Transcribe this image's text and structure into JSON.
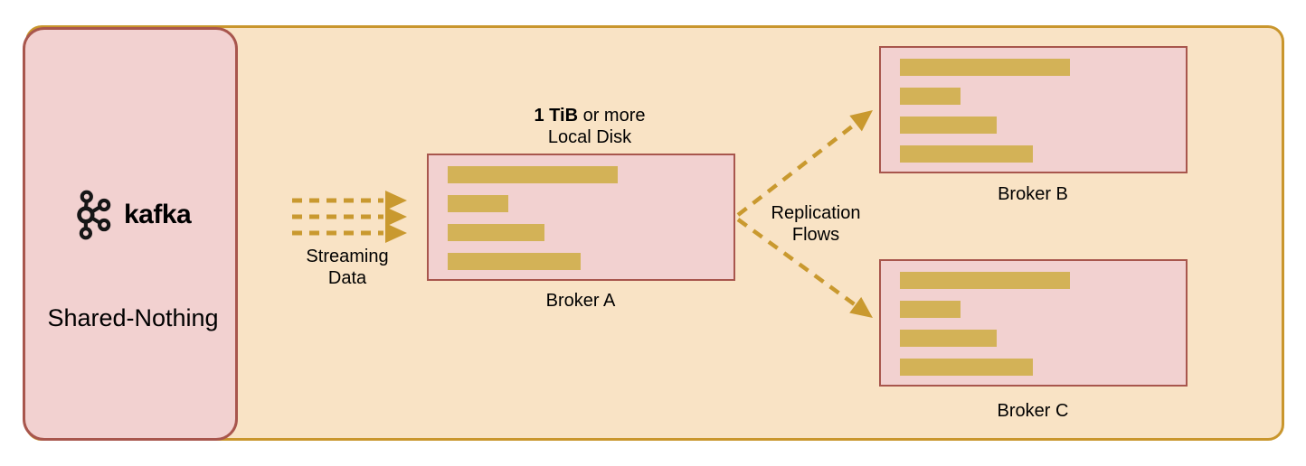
{
  "colors": {
    "page_bg": "#ffffff",
    "outer_fill": "#f9e3c5",
    "outer_stroke": "#c9962d",
    "panel_fill": "#f2d1d0",
    "panel_stroke": "#a8564d",
    "bar_fill": "#d3b257",
    "arrow": "#c9992f",
    "text": "#000000"
  },
  "left_panel": {
    "logo_text": "kafka",
    "title": "Shared-Nothing"
  },
  "disk_note": {
    "emphasis": "1 TiB",
    "suffix": " or more",
    "line2": "Local Disk"
  },
  "labels": {
    "streaming_line1": "Streaming",
    "streaming_line2": "Data",
    "replication_line1": "Replication",
    "replication_line2": "Flows"
  },
  "brokers": [
    {
      "name": "Broker A",
      "bars": [
        188,
        67,
        107,
        147
      ]
    },
    {
      "name": "Broker B",
      "bars": [
        188,
        67,
        107,
        147
      ]
    },
    {
      "name": "Broker C",
      "bars": [
        188,
        67,
        107,
        147
      ]
    }
  ]
}
